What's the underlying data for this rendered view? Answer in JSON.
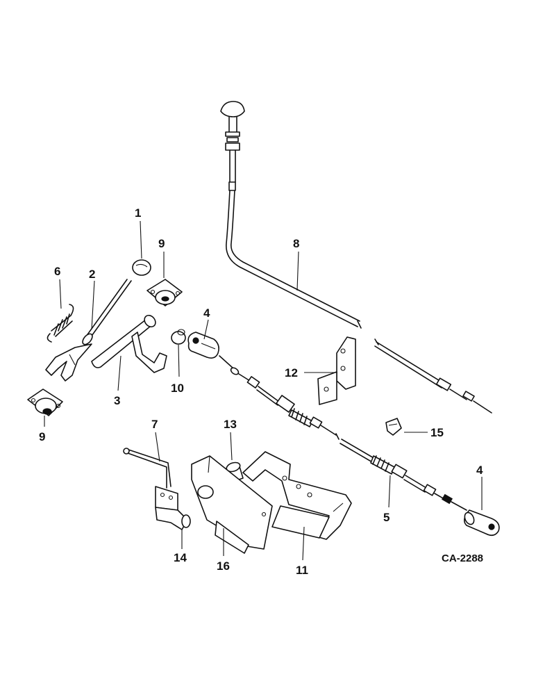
{
  "callouts": [
    {
      "id": "label-1",
      "text": "1"
    },
    {
      "id": "label-2",
      "text": "2"
    },
    {
      "id": "label-3",
      "text": "3"
    },
    {
      "id": "label-4-top",
      "text": "4"
    },
    {
      "id": "label-4-right",
      "text": "4"
    },
    {
      "id": "label-5",
      "text": "5"
    },
    {
      "id": "label-6",
      "text": "6"
    },
    {
      "id": "label-7",
      "text": "7"
    },
    {
      "id": "label-8",
      "text": "8"
    },
    {
      "id": "label-9-top",
      "text": "9"
    },
    {
      "id": "label-9-bottom",
      "text": "9"
    },
    {
      "id": "label-10",
      "text": "10"
    },
    {
      "id": "label-11",
      "text": "11"
    },
    {
      "id": "label-12",
      "text": "12"
    },
    {
      "id": "label-13",
      "text": "13"
    },
    {
      "id": "label-14",
      "text": "14"
    },
    {
      "id": "label-15",
      "text": "15"
    },
    {
      "id": "label-16",
      "text": "16"
    }
  ],
  "figure_code": "CA-2288"
}
